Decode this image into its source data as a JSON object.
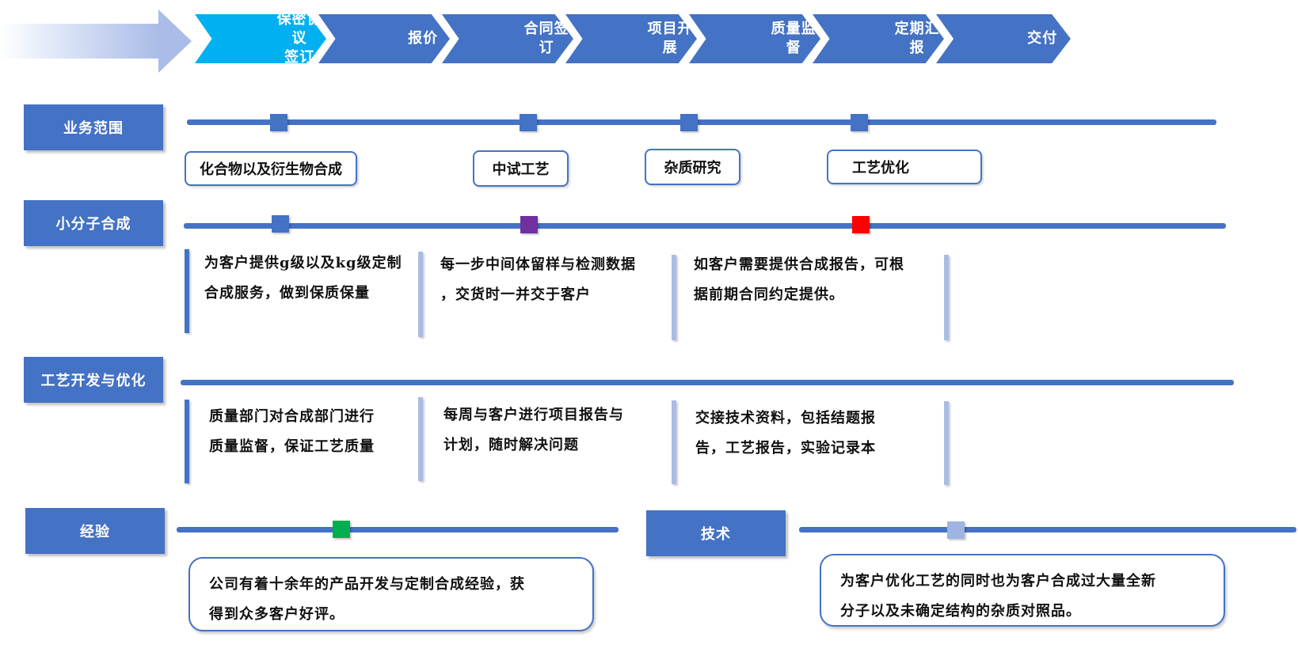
{
  "process_steps": [
    {
      "line1": "保密协议",
      "line2": "签订"
    },
    {
      "line1": "报价"
    },
    {
      "line1": "合同签订"
    },
    {
      "line1": "项目开展"
    },
    {
      "line1": "质量监督"
    },
    {
      "line1": "定期汇报"
    },
    {
      "line1": "交付"
    }
  ],
  "sections": {
    "business_scope": {
      "label": "业务范围",
      "tags": [
        "化合物以及衍生物合成",
        "中试工艺",
        "杂质研究",
        "工艺优化"
      ]
    },
    "small_molecule": {
      "label": "小分子合成",
      "notes": [
        {
          "line1": "为客户提供g级以及kg级定制",
          "line2": "合成服务，做到保质保量"
        },
        {
          "line1": "每一步中间体留样与检测数据",
          "line2": "，交货时一并交于客户"
        },
        {
          "line1": "如客户需要提供合成报告，可根",
          "line2": "据前期合同约定提供。"
        }
      ]
    },
    "process_dev": {
      "label": "工艺开发与优化",
      "notes": [
        {
          "line1": "质量部门对合成部门进行",
          "line2": "质量监督，保证工艺质量"
        },
        {
          "line1": "每周与客户进行项目报告与",
          "line2": "计划，随时解决问题"
        },
        {
          "line1": "交接技术资料，包括结题报",
          "line2": "告，工艺报告，实验记录本"
        }
      ]
    },
    "experience": {
      "label": "经验",
      "text_line1": "公司有着十余年的产品开发与定制合成经验，获",
      "text_line2": "得到众多客户好评。"
    },
    "technology": {
      "label": "技术",
      "text_line1": "为客户优化工艺的同时也为客户合成过大量全新",
      "text_line2": "分子以及未确定结构的杂质对照品。"
    }
  },
  "colors": {
    "primary": "#4472c4",
    "active_step": "#00b0f0",
    "marker_purple": "#7030a0",
    "marker_red": "#ff0000",
    "marker_green": "#00b050",
    "marker_light": "#9fb4e0",
    "bar_light": "#a9bde3"
  }
}
